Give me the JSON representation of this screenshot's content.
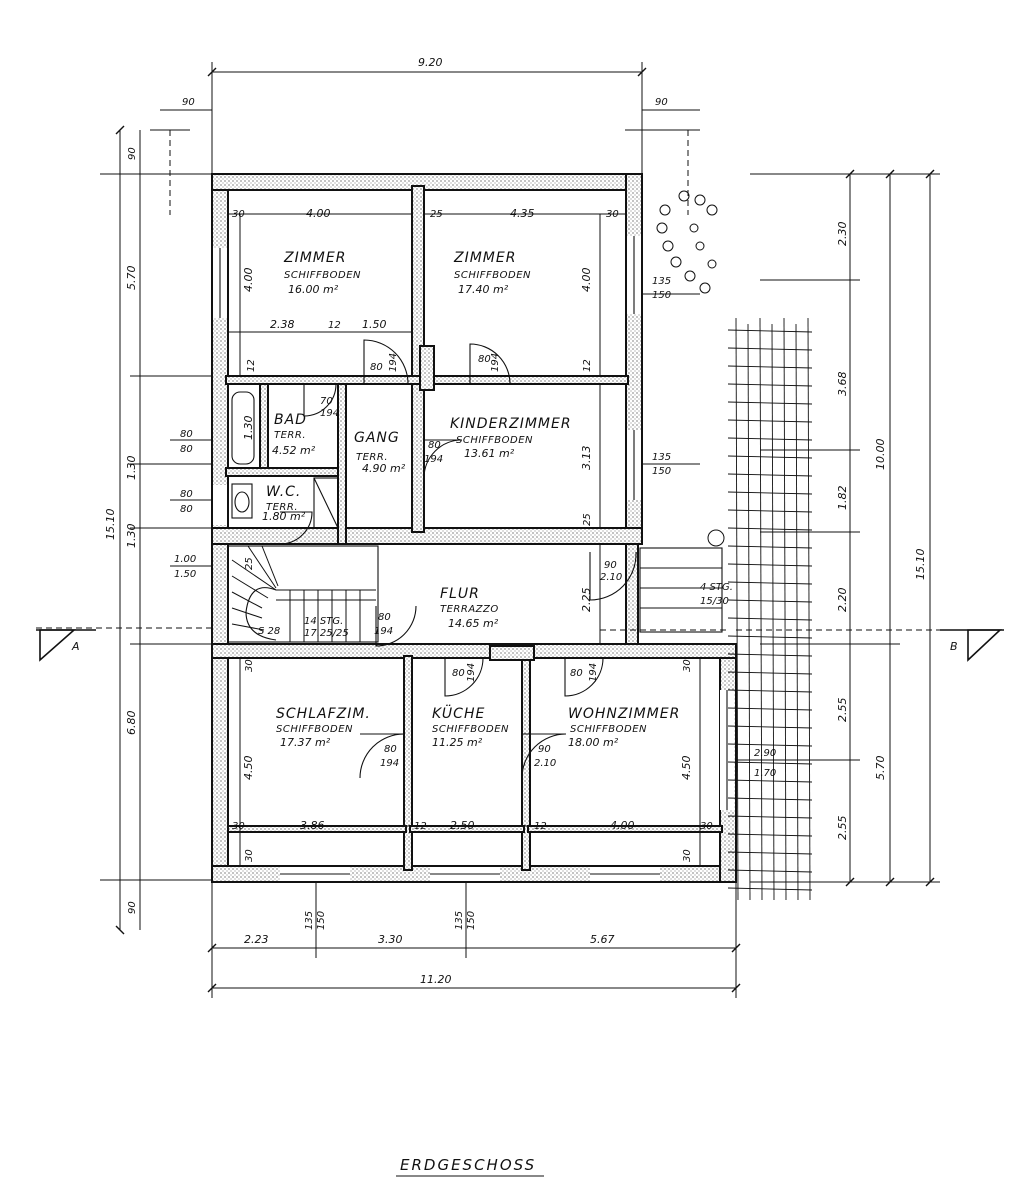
{
  "drawing_title": "ERDGESCHOSS",
  "rooms": [
    {
      "name": "ZIMMER",
      "floor": "SCHIFFBODEN",
      "area": "16.00 m²"
    },
    {
      "name": "ZIMMER",
      "floor": "SCHIFFBODEN",
      "area": "17.40 m²"
    },
    {
      "name": "KINDERZIMMER",
      "floor": "SCHIFFBODEN",
      "area": "13.61 m²"
    },
    {
      "name": "BAD",
      "floor": "TERR.",
      "area": "4.52 m²"
    },
    {
      "name": "GANG",
      "floor": "TERR.",
      "area": "4.90 m²"
    },
    {
      "name": "W.C.",
      "floor": "TERR.",
      "area": "1.80 m²"
    },
    {
      "name": "FLUR",
      "floor": "TERRAZZO",
      "area": "14.65 m²"
    },
    {
      "name": "SCHLAFZIM.",
      "floor": "SCHIFFBODEN",
      "area": "17.37 m²"
    },
    {
      "name": "KÜCHE",
      "floor": "SCHIFFBODEN",
      "area": "11.25 m²"
    },
    {
      "name": "WOHNZIMMER",
      "floor": "SCHIFFBODEN",
      "area": "18.00 m²"
    }
  ],
  "dimensions": {
    "top_overall": "9.20",
    "top_left_offset": "90",
    "top_right_offset": "90",
    "bottom_overall": "11.20",
    "bottom_segments": [
      "2.23",
      "3.30",
      "5.67"
    ],
    "left_overall": "15.10",
    "left_segments": [
      "90",
      "5.70",
      "1.30",
      "1.30",
      "6.80",
      "90"
    ],
    "right_overall": "15.10",
    "right_10": "10.00",
    "right_570": "5.70",
    "right_segments": [
      "2.30",
      "3.68",
      "1.82",
      "2.20",
      "2.55",
      "2.55"
    ],
    "window_labels": [
      {
        "top": "135",
        "bottom": "150"
      },
      {
        "top": "135",
        "bottom": "150"
      },
      {
        "top": "2.90",
        "bottom": "1.70"
      },
      {
        "top": "135",
        "bottom": "150"
      },
      {
        "top": "135",
        "bottom": "150"
      }
    ],
    "left_windows": [
      {
        "top": "80",
        "bottom": "80"
      },
      {
        "top": "80",
        "bottom": "80"
      },
      {
        "top": "1.00",
        "bottom": "1.50"
      }
    ],
    "doors": [
      "80",
      "194",
      "70",
      "194",
      "80",
      "194",
      "80",
      "194",
      "80",
      "194",
      "80",
      "194",
      "80",
      "194",
      "80",
      "194",
      "90",
      "2.10"
    ],
    "interior": [
      "30",
      "4.00",
      "25",
      "4.35",
      "30",
      "4.00",
      "4.00",
      "2.38",
      "12",
      "1.50",
      "12",
      "12",
      "1.30",
      "3.13",
      "25",
      "2.25",
      "25",
      "4.50",
      "30",
      "3.86",
      "30",
      "12",
      "2.50",
      "12",
      "4.00",
      "30",
      "30",
      "4.50",
      "30",
      "30"
    ],
    "stairs_main": {
      "steps": "14 STG.",
      "size": "17.25/25"
    },
    "stairs_entry": {
      "steps": "4 STG.",
      "size": "15/30"
    },
    "stair_s28": "S 28"
  },
  "section_markers": {
    "left": "A",
    "right": "B"
  }
}
